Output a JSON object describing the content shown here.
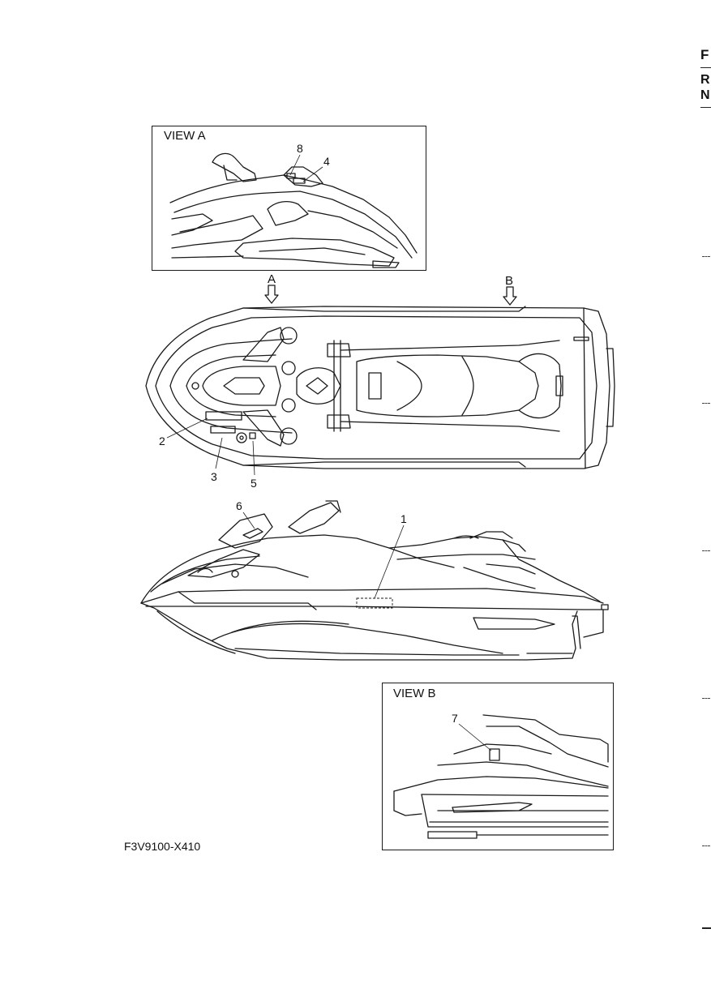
{
  "margin_letters": [
    "F",
    "R",
    "N"
  ],
  "view_a": {
    "title": "VIEW A",
    "callouts": [
      "8",
      "4"
    ]
  },
  "view_b": {
    "title": "VIEW B",
    "callouts": [
      "7"
    ]
  },
  "arrows": {
    "a": "A",
    "b": "B"
  },
  "top_view": {
    "callouts": [
      "2",
      "3",
      "5"
    ]
  },
  "side_view": {
    "callouts": [
      "6",
      "1"
    ]
  },
  "figure_code": "F3V9100-X410"
}
